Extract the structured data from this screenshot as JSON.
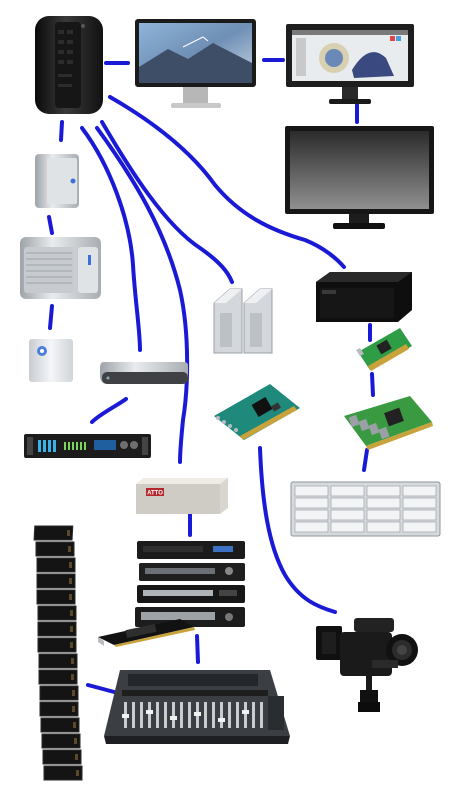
{
  "colors": {
    "cable": "#1a1ad6",
    "background": "#ffffff"
  },
  "devices": [
    {
      "id": "mac-pro",
      "icon": "mac-pro-tower-icon"
    },
    {
      "id": "imac-display",
      "icon": "desktop-display-icon"
    },
    {
      "id": "graphics-monitor",
      "icon": "color-monitor-icon"
    },
    {
      "id": "widescreen-monitor",
      "icon": "widescreen-monitor-icon"
    },
    {
      "id": "small-external-drive",
      "icon": "external-drive-icon"
    },
    {
      "id": "dual-drive-enclosure",
      "icon": "dual-drive-icon"
    },
    {
      "id": "four-bay-drive",
      "icon": "four-bay-drive-icon"
    },
    {
      "id": "thunderbolt-dock",
      "icon": "dock-icon"
    },
    {
      "id": "audio-interface",
      "icon": "rack-audio-interface-icon"
    },
    {
      "id": "twin-drive-units",
      "icon": "twin-drive-icon"
    },
    {
      "id": "expansion-chassis",
      "icon": "pcie-chassis-icon"
    },
    {
      "id": "small-pcie-card",
      "icon": "pcie-card-icon"
    },
    {
      "id": "video-capture-card",
      "icon": "video-card-icon"
    },
    {
      "id": "fibre-channel-card",
      "icon": "fibre-card-icon"
    },
    {
      "id": "raid-storage-array",
      "icon": "raid-array-icon"
    },
    {
      "id": "gray-enclosure",
      "icon": "enclosure-icon"
    },
    {
      "id": "rack-processors",
      "icon": "rack-units-icon"
    },
    {
      "id": "audio-dsp-card",
      "icon": "dsp-card-icon"
    },
    {
      "id": "line-array-speaker",
      "icon": "line-array-speaker-icon"
    },
    {
      "id": "digital-mixer",
      "icon": "mixing-console-icon"
    },
    {
      "id": "cinema-camera",
      "icon": "cinema-camera-icon"
    }
  ],
  "enclosure_label": "ATTO"
}
